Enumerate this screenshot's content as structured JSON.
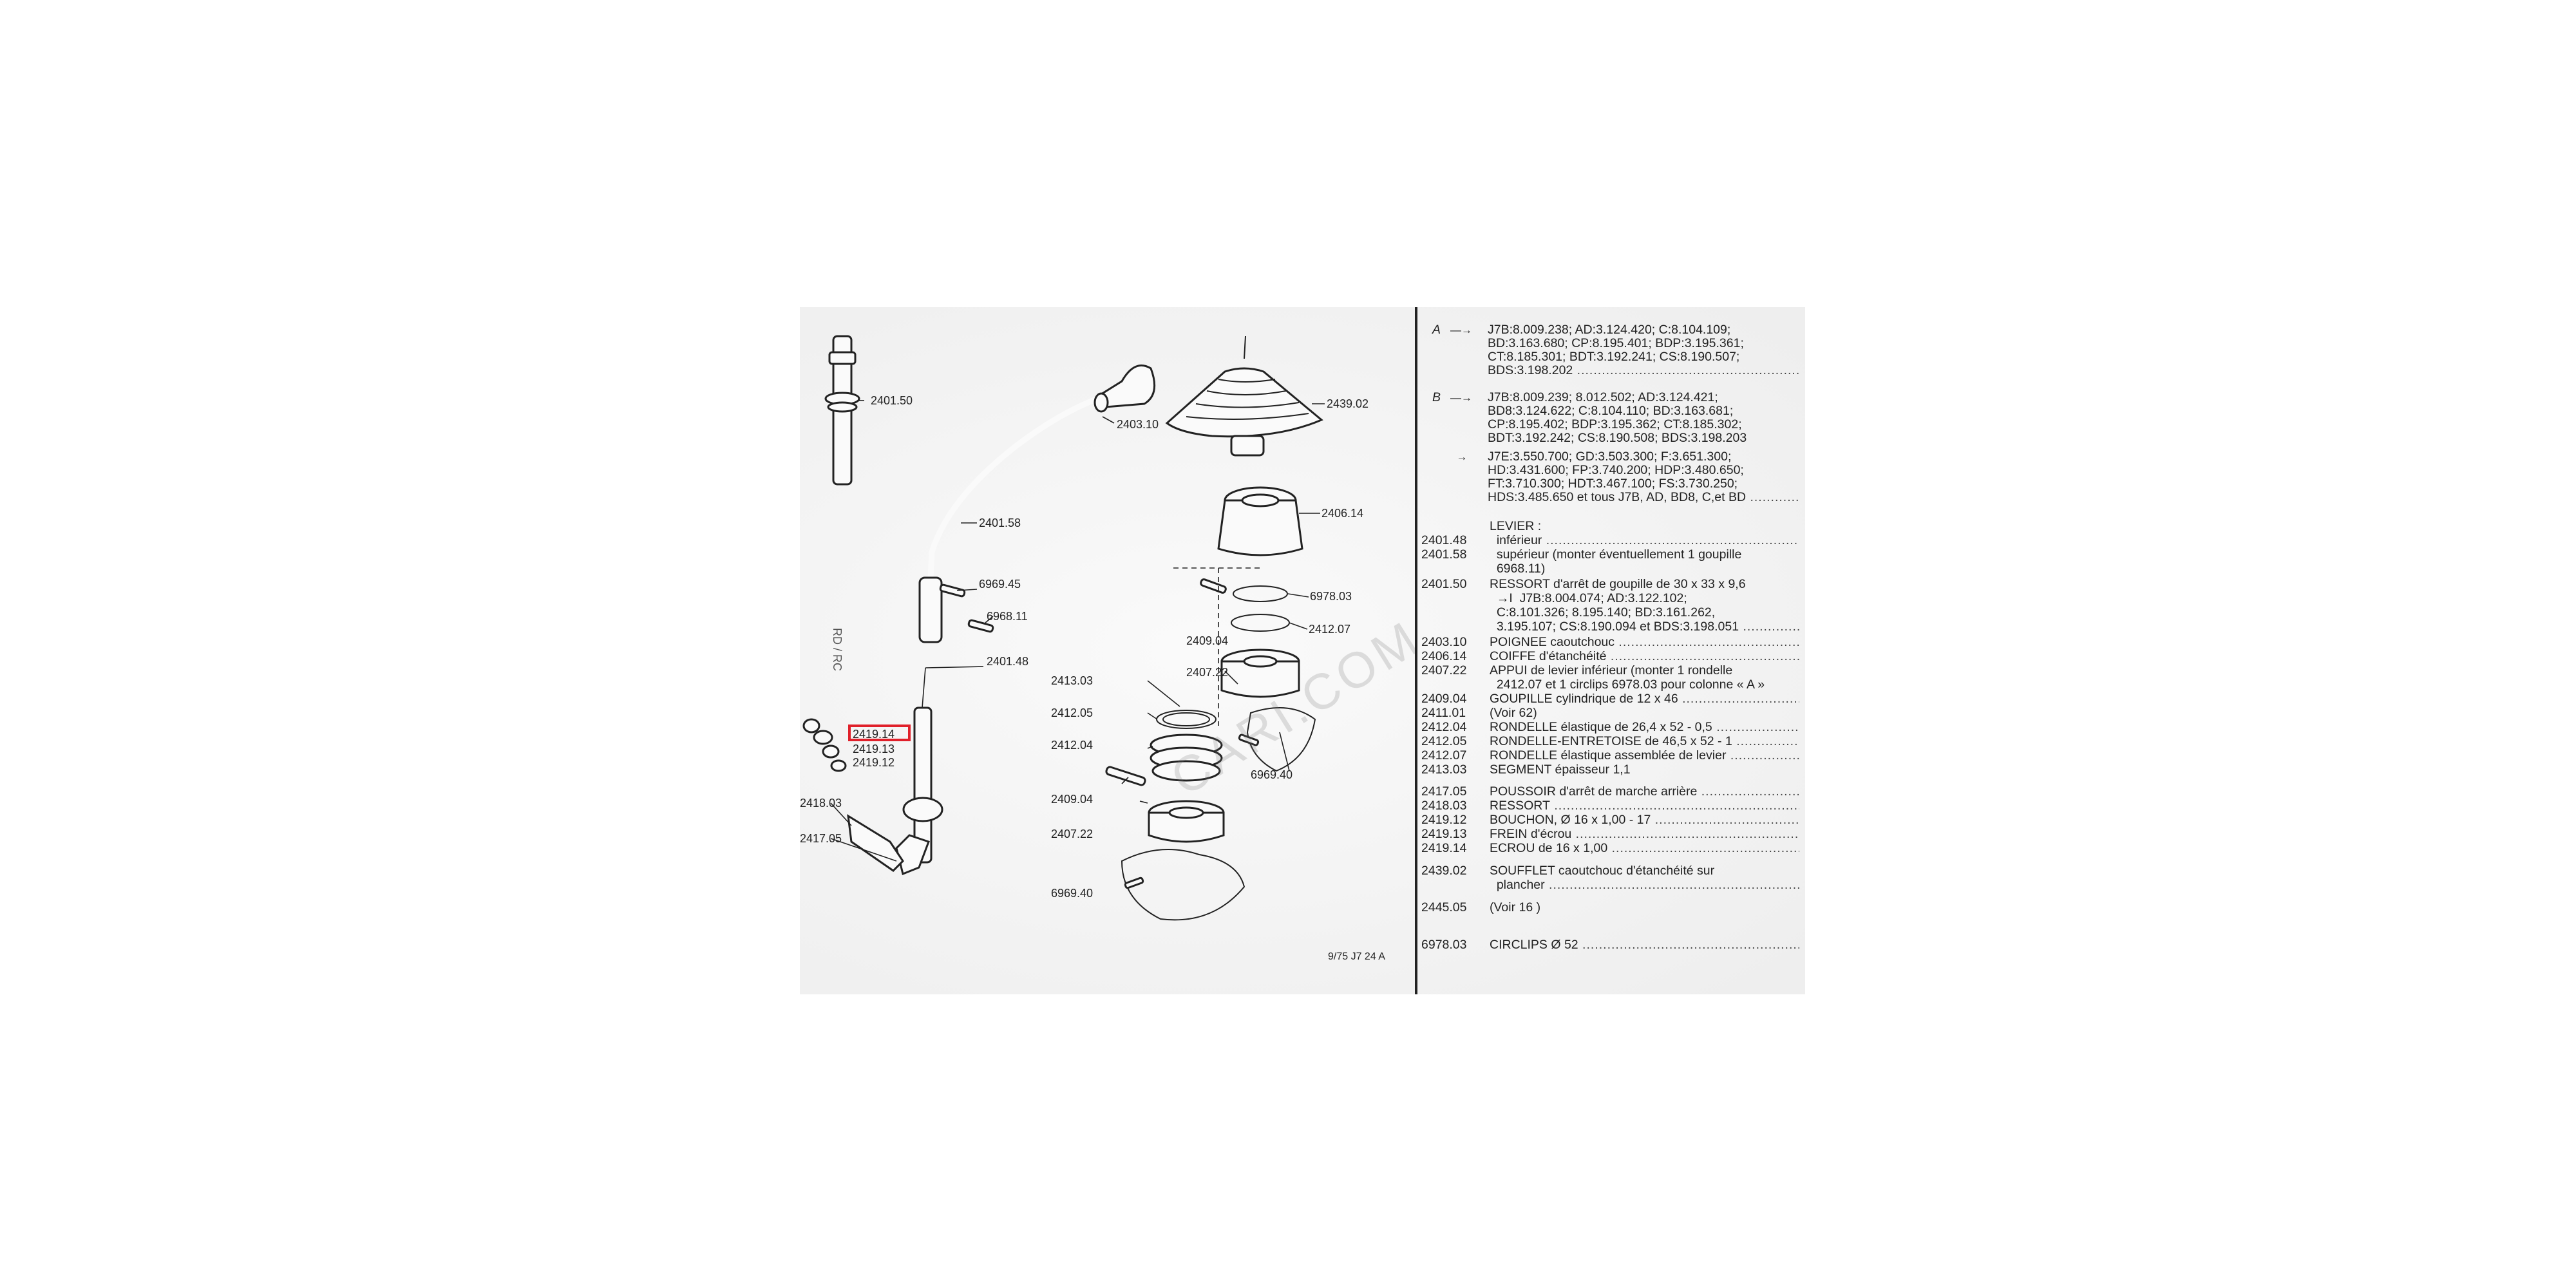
{
  "diagram": {
    "callouts": {
      "c240150": "2401.50",
      "c240310": "2403.10",
      "c240158": "2401.58",
      "c696945": "6969.45",
      "c696811": "6968.11",
      "c240148": "2401.48",
      "c241914": "2419.14",
      "c241913": "2419.13",
      "c241912": "2419.12",
      "c241803": "2418.03",
      "c241705": "2417.05",
      "c243902": "2439.02",
      "c240614": "2406.14",
      "c697803": "6978.03",
      "c240904a": "2409.04",
      "c241207": "2412.07",
      "c240722a": "2407.22",
      "c241303": "2413.03",
      "c241205": "2412.05",
      "c241204": "2412.04",
      "c696940a": "6969.40",
      "c240904b": "2409.04",
      "c240722b": "2407.22",
      "c696940b": "6969.40"
    },
    "side_text": "RD / RC",
    "watermark": "CARI.COM",
    "footer": "9/75  J7 24 A",
    "highlight_color": "#e0202a"
  },
  "list": {
    "markA": "A",
    "markB": "B",
    "a_lines": [
      "J7B:8.009.238; AD:3.124.420; C:8.104.109;",
      "BD:3.163.680; CP:8.195.401; BDP:3.195.361;",
      "CT:8.185.301; BDT:3.192.241; CS:8.190.507;",
      "BDS:3.198.202"
    ],
    "b_lines": [
      "J7B:8.009.239; 8.012.502; AD:3.124.421;",
      "BD8:3.124.622; C:8.104.110; BD:3.163.681;",
      "CP:8.195.402; BDP:3.195.362; CT:8.185.302;",
      "BDT:3.192.242; CS:8.190.508; BDS:3.198.203",
      "J7E:3.550.700; GD:3.503.300; F:3.651.300;",
      "HD:3.431.600; FP:3.740.200; HDP:3.480.650;",
      "FT:3.710.300; HDT:3.467.100; FS:3.730.250;",
      "HDS:3.485.650 et tous J7B, AD, BD8, C,et BD"
    ],
    "items": [
      {
        "ref": "",
        "desc": "LEVIER :"
      },
      {
        "ref": "2401.48",
        "desc": "  inférieur"
      },
      {
        "ref": "2401.58",
        "desc": "  supérieur (monter éventuellement 1 goupille"
      },
      {
        "ref": "",
        "desc": "  6968.11)"
      },
      {
        "ref": "2401.50",
        "desc": "RESSORT d'arrêt de goupille de 30 x 33 x 9,6"
      },
      {
        "ref": "",
        "desc": "  →I  J7B:8.004.074; AD:3.122.102;"
      },
      {
        "ref": "",
        "desc": "  C:8.101.326; 8.195.140; BD:3.161.262,"
      },
      {
        "ref": "",
        "desc": "  3.195.107; CS:8.190.094 et BDS:3.198.051"
      },
      {
        "ref": "2403.10",
        "desc": "POIGNEE caoutchouc"
      },
      {
        "ref": "2406.14",
        "desc": "COIFFE d'étanchéité"
      },
      {
        "ref": "2407.22",
        "desc": "APPUI de levier inférieur (monter 1 rondelle"
      },
      {
        "ref": "",
        "desc": "  2412.07 et 1 circlips 6978.03 pour colonne « A »"
      },
      {
        "ref": "2409.04",
        "desc": "GOUPILLE cylindrique de 12 x 46"
      },
      {
        "ref": "2411.01",
        "desc": "(Voir 62)"
      },
      {
        "ref": "2412.04",
        "desc": "RONDELLE élastique de 26,4 x 52 - 0,5"
      },
      {
        "ref": "2412.05",
        "desc": "RONDELLE-ENTRETOISE de 46,5 x 52 - 1"
      },
      {
        "ref": "2412.07",
        "desc": "RONDELLE élastique assemblée de levier"
      },
      {
        "ref": "2413.03",
        "desc": "SEGMENT épaisseur 1,1"
      },
      {
        "ref": "2417.05",
        "desc": "POUSSOIR d'arrêt de marche arrière"
      },
      {
        "ref": "2418.03",
        "desc": "RESSORT"
      },
      {
        "ref": "2419.12",
        "desc": "BOUCHON, Ø 16 x 1,00 - 17"
      },
      {
        "ref": "2419.13",
        "desc": "FREIN d'écrou"
      },
      {
        "ref": "2419.14",
        "desc": "ECROU de 16 x 1,00"
      },
      {
        "ref": "2439.02",
        "desc": "SOUFFLET caoutchouc d'étanchéité sur"
      },
      {
        "ref": "",
        "desc": "  plancher"
      },
      {
        "ref": "2445.05",
        "desc": "(Voir 16 )"
      },
      {
        "ref": "6978.03",
        "desc": "CIRCLIPS Ø 52"
      }
    ]
  }
}
